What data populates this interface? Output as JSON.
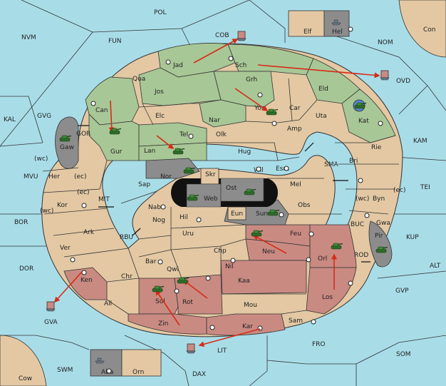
{
  "colors": {
    "sea": "#a8dde8",
    "neutral": "#e3c8a3",
    "green": "#a8c796",
    "red": "#c98a82",
    "grey": "#8c8c8c",
    "black": "#111111",
    "arrow": "#d62b18"
  },
  "sea_labels": [
    {
      "id": "pol",
      "text": "POL"
    },
    {
      "id": "nvm",
      "text": "NVM"
    },
    {
      "id": "fun",
      "text": "FUN"
    },
    {
      "id": "cob",
      "text": "COB"
    },
    {
      "id": "nom",
      "text": "NOM"
    },
    {
      "id": "ovd",
      "text": "OVD"
    },
    {
      "id": "kal",
      "text": "KAL"
    },
    {
      "id": "gvg",
      "text": "GVG"
    },
    {
      "id": "gor",
      "text": "GOR"
    },
    {
      "id": "mvu",
      "text": "MVU"
    },
    {
      "id": "mit",
      "text": "MIT"
    },
    {
      "id": "bor",
      "text": "BOR"
    },
    {
      "id": "rbu",
      "text": "RBU"
    },
    {
      "id": "dor",
      "text": "DOR"
    },
    {
      "id": "gva",
      "text": "GVA"
    },
    {
      "id": "swm",
      "text": "SWM"
    },
    {
      "id": "dax",
      "text": "DAX"
    },
    {
      "id": "lit",
      "text": "LIT"
    },
    {
      "id": "fro",
      "text": "FRO"
    },
    {
      "id": "som",
      "text": "SOM"
    },
    {
      "id": "gvp",
      "text": "GVP"
    },
    {
      "id": "alt",
      "text": "ALT"
    },
    {
      "id": "kup",
      "text": "KUP"
    },
    {
      "id": "tei",
      "text": "TEI"
    },
    {
      "id": "kam",
      "text": "KAM"
    },
    {
      "id": "sma",
      "text": "SMA"
    },
    {
      "id": "buc",
      "text": "BUC"
    },
    {
      "id": "rod",
      "text": "ROD"
    }
  ],
  "land_labels": [
    {
      "id": "jad",
      "text": "Jad"
    },
    {
      "id": "sch",
      "text": "Sch"
    },
    {
      "id": "qua",
      "text": "Qua"
    },
    {
      "id": "jos",
      "text": "Jos"
    },
    {
      "id": "grh",
      "text": "Grh"
    },
    {
      "id": "eld",
      "text": "Eld"
    },
    {
      "id": "can",
      "text": "Can"
    },
    {
      "id": "elc",
      "text": "Elc"
    },
    {
      "id": "nar",
      "text": "Nar"
    },
    {
      "id": "yor",
      "text": "Yor"
    },
    {
      "id": "car",
      "text": "Car"
    },
    {
      "id": "uta",
      "text": "Uta"
    },
    {
      "id": "kat",
      "text": "Kat"
    },
    {
      "id": "amp",
      "text": "Amp"
    },
    {
      "id": "gur",
      "text": "Gur"
    },
    {
      "id": "tel",
      "text": "Tel"
    },
    {
      "id": "olk",
      "text": "Olk"
    },
    {
      "id": "lan",
      "text": "Lan"
    },
    {
      "id": "hug",
      "text": "Hug"
    },
    {
      "id": "rie",
      "text": "Rie"
    },
    {
      "id": "gaw",
      "text": "Gaw"
    },
    {
      "id": "wc1",
      "text": "(wc)"
    },
    {
      "id": "her",
      "text": "Her"
    },
    {
      "id": "ec1",
      "text": "(ec)"
    },
    {
      "id": "nor",
      "text": "Nor"
    },
    {
      "id": "skr",
      "text": "Skr"
    },
    {
      "id": "wil",
      "text": "Wil"
    },
    {
      "id": "esm",
      "text": "Esm"
    },
    {
      "id": "bri",
      "text": "Bri"
    },
    {
      "id": "sap",
      "text": "Sap"
    },
    {
      "id": "ost",
      "text": "Ost"
    },
    {
      "id": "web",
      "text": "Web"
    },
    {
      "id": "mel",
      "text": "Mel"
    },
    {
      "id": "ec2",
      "text": "(ec)"
    },
    {
      "id": "kor",
      "text": "Kor"
    },
    {
      "id": "wc2",
      "text": "(wc)"
    },
    {
      "id": "nab",
      "text": "Nab"
    },
    {
      "id": "byn",
      "text": "Byn"
    },
    {
      "id": "wc3",
      "text": "(wc)"
    },
    {
      "id": "ec3",
      "text": "(ec)"
    },
    {
      "id": "eun",
      "text": "Eun"
    },
    {
      "id": "obs",
      "text": "Obs"
    },
    {
      "id": "hil",
      "text": "Hil"
    },
    {
      "id": "sun",
      "text": "Sun"
    },
    {
      "id": "gwa",
      "text": "Gwa"
    },
    {
      "id": "ark",
      "text": "Ark"
    },
    {
      "id": "nog",
      "text": "Nog"
    },
    {
      "id": "uru",
      "text": "Uru"
    },
    {
      "id": "feu",
      "text": "Feu"
    },
    {
      "id": "pir",
      "text": "Pir"
    },
    {
      "id": "ver",
      "text": "Ver"
    },
    {
      "id": "chp",
      "text": "Chp"
    },
    {
      "id": "neu",
      "text": "Neu"
    },
    {
      "id": "orl",
      "text": "Orl"
    },
    {
      "id": "bar",
      "text": "Bar"
    },
    {
      "id": "qwi",
      "text": "Qwi"
    },
    {
      "id": "nil",
      "text": "Nil"
    },
    {
      "id": "ken",
      "text": "Ken"
    },
    {
      "id": "chr",
      "text": "Chr"
    },
    {
      "id": "kaa",
      "text": "Kaa"
    },
    {
      "id": "sol",
      "text": "Sol"
    },
    {
      "id": "rot",
      "text": "Rot"
    },
    {
      "id": "los",
      "text": "Los"
    },
    {
      "id": "ail",
      "text": "Ail"
    },
    {
      "id": "mou",
      "text": "Mou"
    },
    {
      "id": "zin",
      "text": "Zin"
    },
    {
      "id": "kar",
      "text": "Kar"
    },
    {
      "id": "sam",
      "text": "Sam"
    }
  ],
  "corner_labels": [
    {
      "id": "con",
      "text": "Con"
    },
    {
      "id": "cow",
      "text": "Cow"
    },
    {
      "id": "elf",
      "text": "Elf"
    },
    {
      "id": "hel",
      "text": "Hel"
    },
    {
      "id": "aba",
      "text": "Aba"
    },
    {
      "id": "orn",
      "text": "Orn"
    }
  ]
}
